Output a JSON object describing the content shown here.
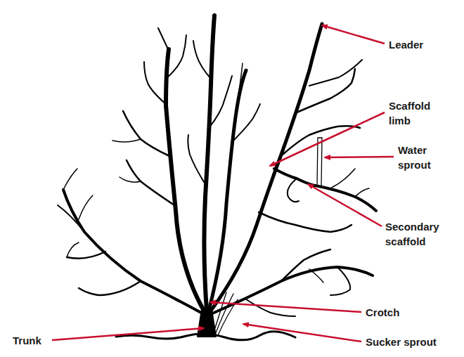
{
  "diagram": {
    "labels": [
      "Leader",
      "Scaffold limb",
      "Water sprout",
      "Secondary scaffold",
      "Crotch",
      "Trunk",
      "Sucker sprout"
    ]
  }
}
